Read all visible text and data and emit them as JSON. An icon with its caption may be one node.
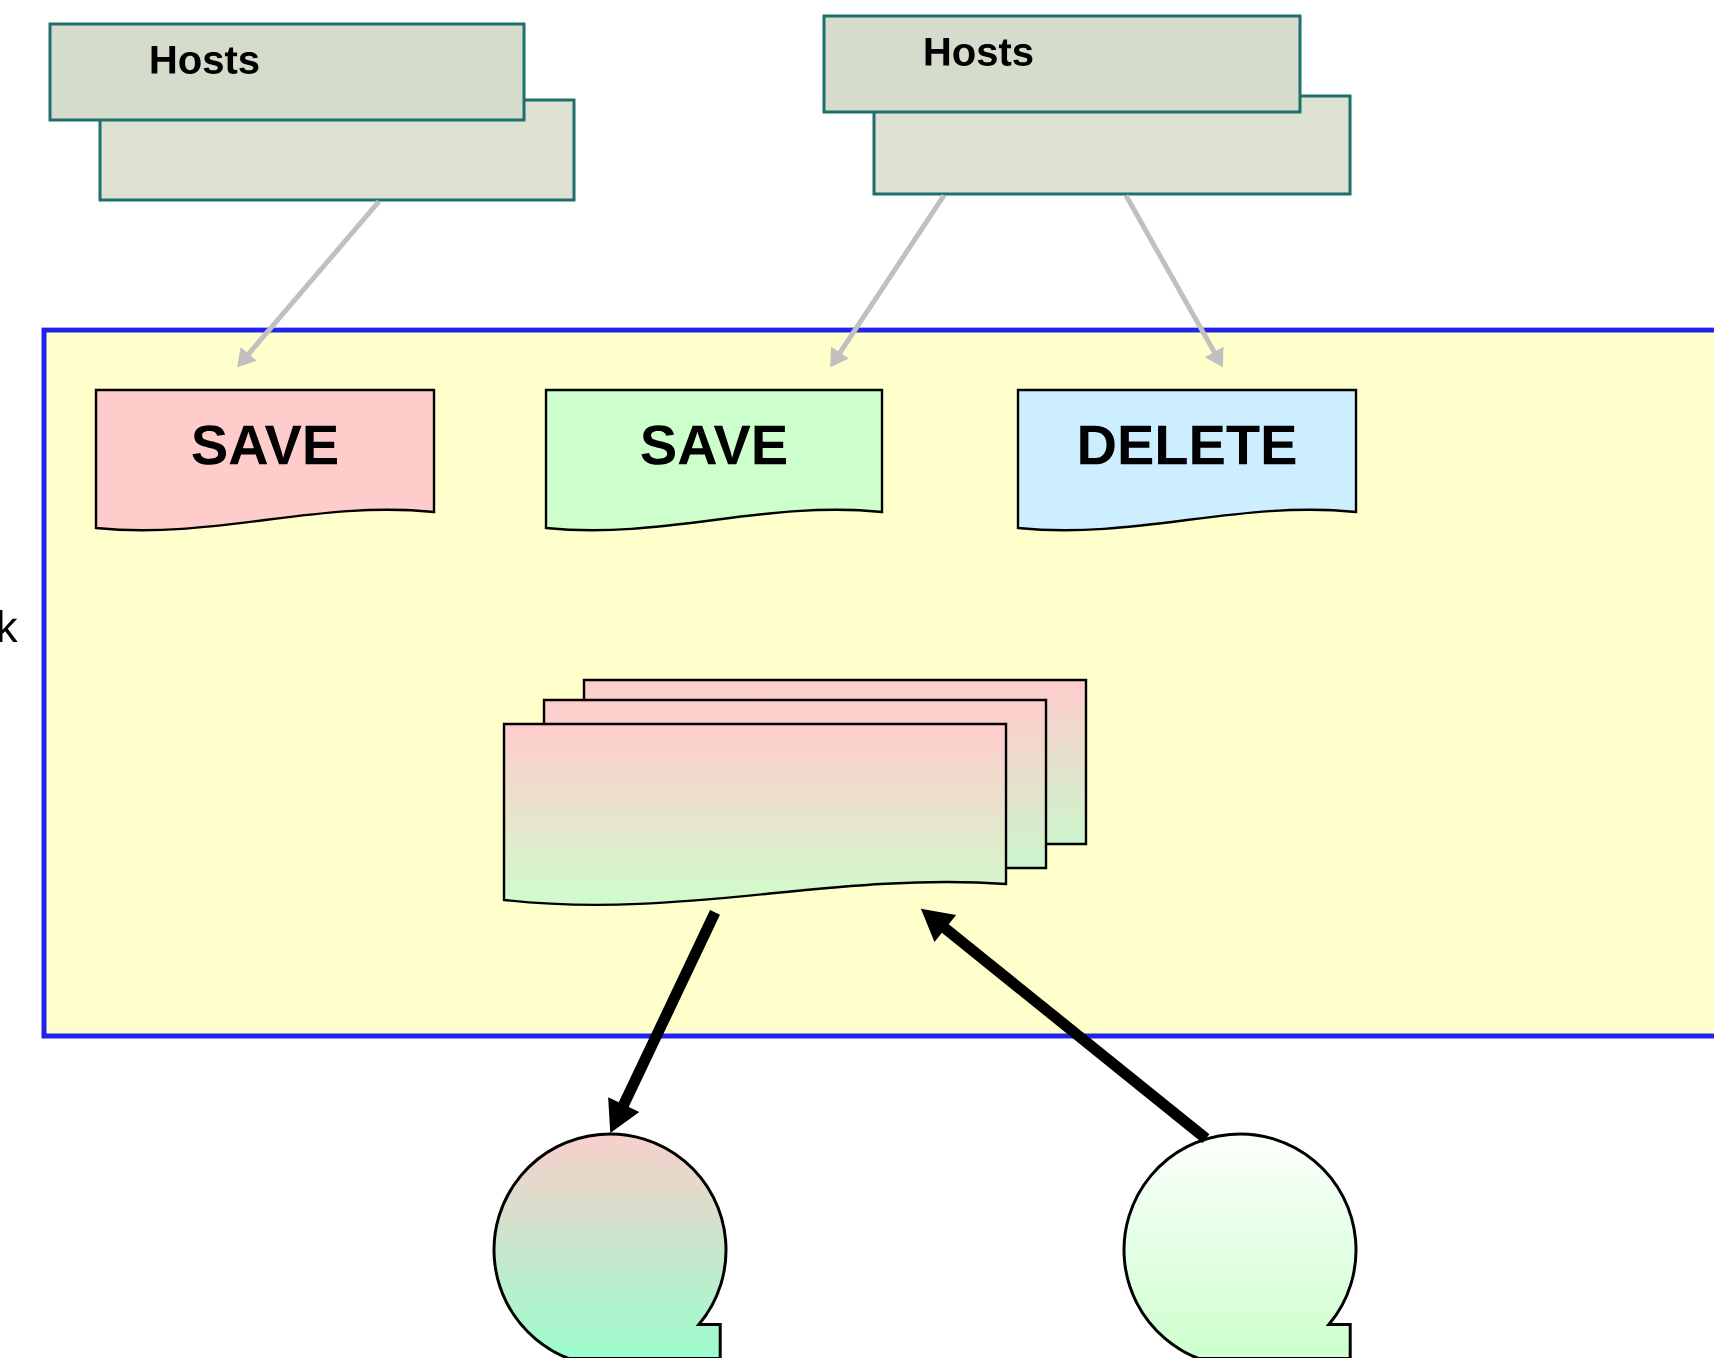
{
  "diagram": {
    "nodes": [
      {
        "text": [
          "Hosts"
        ]
      },
      {
        "text": [
          "Hosts"
        ]
      },
      {
        "text": [],
        "shape": "box"
      },
      {
        "text": [
          "SAVE"
        ],
        "in": 2
      },
      {
        "text": [
          "SAVE"
        ],
        "in": 2
      },
      {
        "text": [
          "DELETE"
        ],
        "in": 2
      },
      {
        "text": [],
        "shape": "document",
        "in": 2
      },
      {
        "text": [],
        "shape": "tape"
      },
      {
        "text": [],
        "shape": "tape"
      }
    ],
    "edges": [
      {
        "from": 0,
        "to": 3,
        "arrow": "to"
      },
      {
        "from": 1,
        "to": 4,
        "arrow": "to"
      },
      {
        "from": 1,
        "to": 5,
        "arrow": "to"
      },
      {
        "from": 6,
        "to": 7,
        "arrow": "to",
        "style": "thick",
        "color": "#000000"
      },
      {
        "from": 8,
        "to": 6,
        "arrow": "to",
        "style": "thick",
        "color": "#000000"
      }
    ],
    "labels": [
      "k"
    ]
  }
}
